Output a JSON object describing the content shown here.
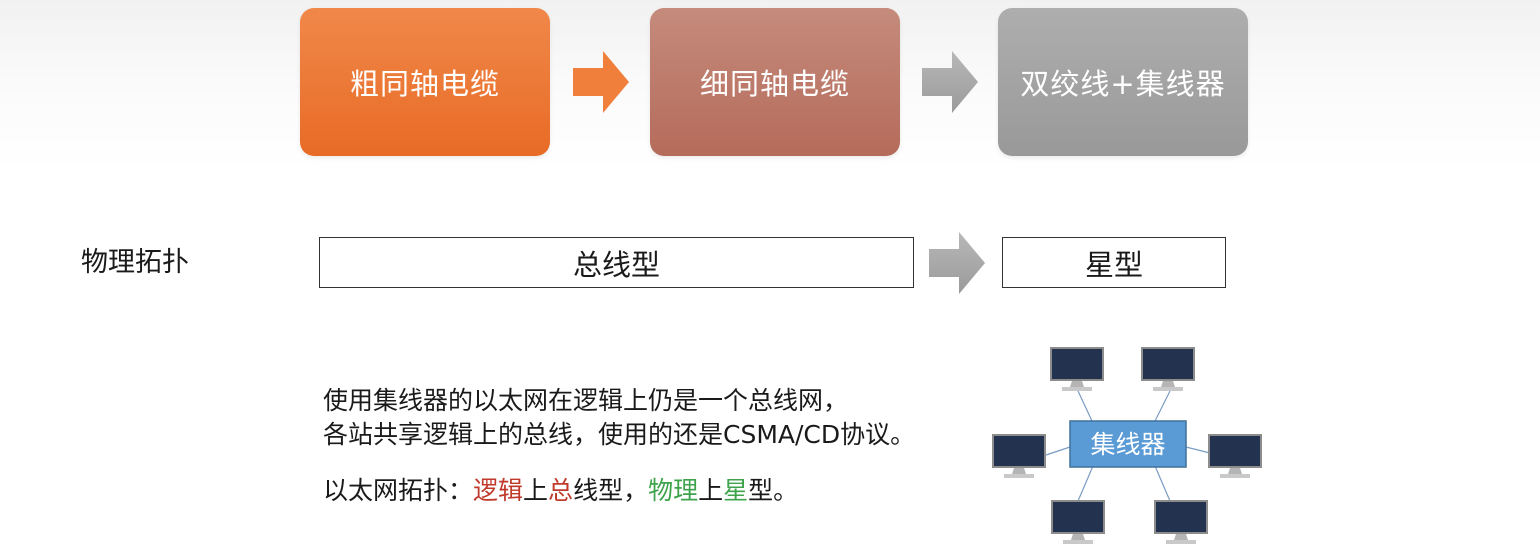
{
  "evolution": {
    "stages": [
      "粗同轴电缆",
      "细同轴电缆",
      "双绞线+集线器"
    ]
  },
  "topology": {
    "label": "物理拓扑",
    "from": "总线型",
    "to": "星型"
  },
  "description": {
    "line1": "使用集线器的以太网在逻辑上仍是一个总线网，",
    "line2": "各站共享逻辑上的总线，使用的还是CSMA/CD协议。",
    "line3_prefix": "以太网拓扑：",
    "logical_1": "逻辑",
    "on_1": "上",
    "bus_char": "总",
    "bus_rest": "线型，",
    "physical": "物理",
    "on_2": "上",
    "star_char": "星",
    "star_rest": "型。"
  },
  "network": {
    "hub_label": "集线器"
  },
  "colors": {
    "stage_1": "#e8722f",
    "stage_2": "#bb7868",
    "stage_3": "#a3a3a3",
    "arrow_orange": "#f07f3c",
    "arrow_gray": "#a8a8a8",
    "hub": "#5b9bd5",
    "highlight_red": "#c0392b",
    "highlight_green": "#3fa34d"
  }
}
